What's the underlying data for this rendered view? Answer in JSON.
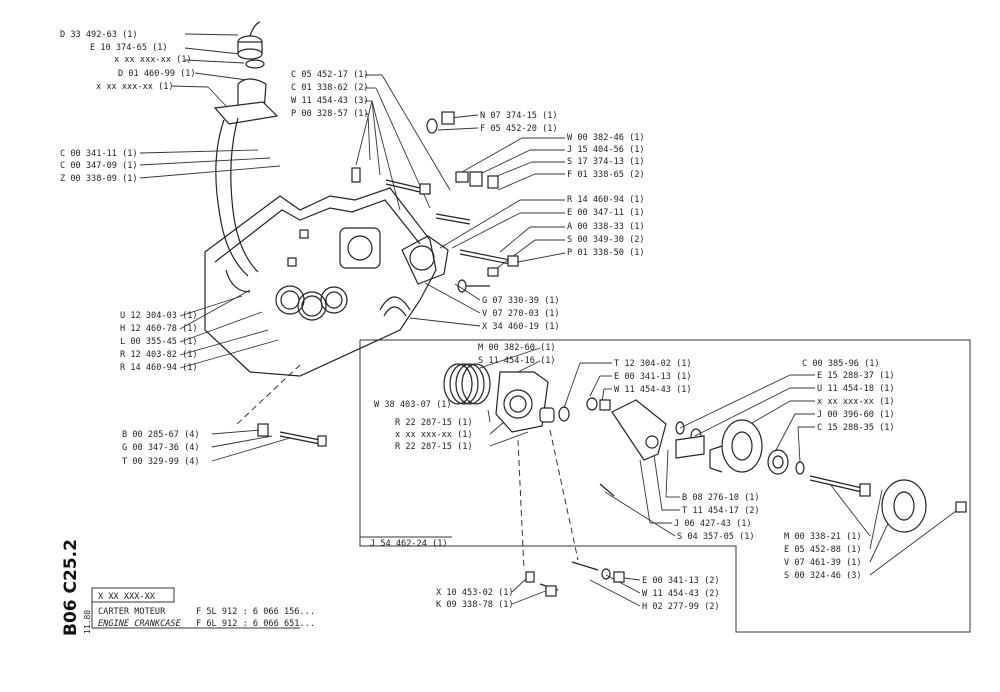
{
  "side_code": "B06 C25.2",
  "revision": "11.80",
  "title_block": {
    "code": "X XX XXX-XX",
    "name": "CARTER MOTEUR",
    "name_ref": "F 5L 912 : 6 066 156...",
    "name_en": "ENGINE CRANKCASE",
    "name_en_ref": "F 6L 912 : 6 066 651..."
  },
  "kit_box_label": "J 54 462-24 (1)",
  "callouts": [
    "D 33 492-63 (1)",
    "E 10 374-65 (1)",
    "x xx xxx-xx (1)",
    "D 01 460-99 (1)",
    "x xx xxx-xx (1)",
    "C 00 341-11 (1)",
    "C 00 347-09 (1)",
    "Z 00 338-09 (1)",
    "C 05 452-17 (1)",
    "C 01 338-62 (2)",
    "W 11 454-43 (3)",
    "P 00 328-57 (1)",
    "N 07 374-15 (1)",
    "F 05 452-20 (1)",
    "W 00 382-46 (1)",
    "J 15 404-56 (1)",
    "S 17 374-13 (1)",
    "F 01 338-65 (2)",
    "R 14 460-94 (1)",
    "E 00 347-11 (1)",
    "A 00 338-33 (1)",
    "S 00 349-30 (2)",
    "P 01 338-50 (1)",
    "G 07 330-39 (1)",
    "V 07 270-03 (1)",
    "X 34 460-19 (1)",
    "U 12 304-03 (1)",
    "H 12 460-78 (1)",
    "L 00 355-45 (1)",
    "R 12 403-82 (1)",
    "R 14 460-94 (1)",
    "M 00 382-60 (1)",
    "S 11 454-16 (1)",
    "W 38 403-07 (1)",
    "R 22 287-15 (1)",
    "x xx xxx-xx (1)",
    "R 22 287-15 (1)",
    "T 12 304-02 (1)",
    "E 00 341-13 (1)",
    "W 11 454-43 (1)",
    "C 00 385-96 (1)",
    "E 15 288-37 (1)",
    "U 11 454-18 (1)",
    "x xx xxx-xx (1)",
    "J 00 396-60 (1)",
    "C 15 288-35 (1)",
    "B 00 285-67 (4)",
    "G 00 347-36 (4)",
    "T 00 329-99 (4)",
    "B 08 276-10 (1)",
    "T 11 454-17 (2)",
    "J 06 427-43 (1)",
    "S 04 357-05 (1)",
    "M 00 338-21 (1)",
    "E 05 452-88 (1)",
    "V 07 461-39 (1)",
    "S 00 324-46 (3)",
    "X 10 453-02 (1)",
    "K 09 338-78 (1)",
    "E 00 341-13 (2)",
    "W 11 454-43 (2)",
    "H 02 277-99 (2)"
  ]
}
